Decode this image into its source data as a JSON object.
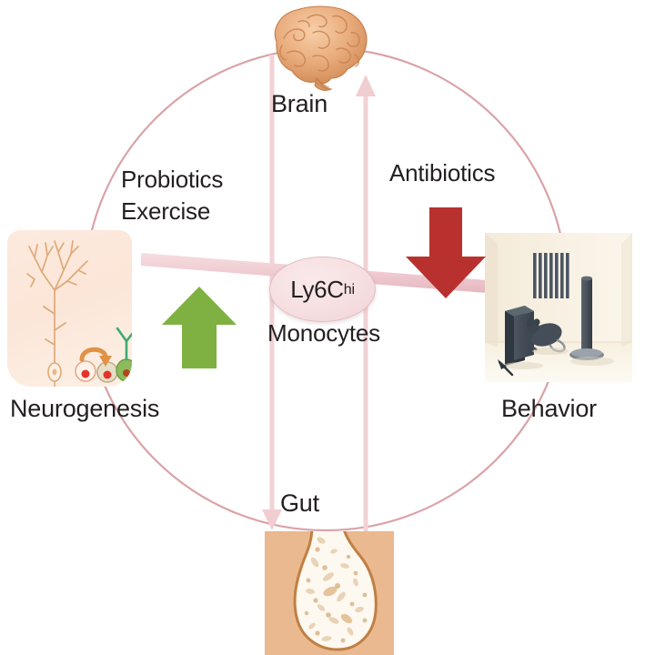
{
  "figure": {
    "title": "Gut-brain axis diagram",
    "background_color": "#ffffff"
  },
  "nodes": [
    {
      "id": "brain",
      "label": "Brain",
      "icon": "brain-illustration",
      "position": "top"
    },
    {
      "id": "gut",
      "label": "Gut",
      "icon": "stomach-illustration",
      "position": "bottom"
    },
    {
      "id": "neurogenesis",
      "label": "Neurogenesis",
      "icon": "neuron-illustration",
      "position": "left"
    },
    {
      "id": "behavior",
      "label": "Behavior",
      "icon": "mouse-behavior-chamber-illustration",
      "position": "right"
    }
  ],
  "annotations": {
    "left_interventions": [
      "Probiotics",
      "Exercise"
    ],
    "right_intervention": "Antibiotics",
    "center_label_primary": "Ly6C",
    "center_label_superscript": "hi",
    "center_label_secondary": "Monocytes"
  },
  "arrows": [
    {
      "id": "green-up-arrow",
      "direction": "up",
      "color": "#7fb142",
      "meaning": "increase"
    },
    {
      "id": "red-down-arrow",
      "direction": "down",
      "color": "#b8312f",
      "meaning": "decrease"
    },
    {
      "id": "gut-to-brain-arrow",
      "direction": "up",
      "color": "#f0cdd0"
    },
    {
      "id": "brain-to-gut-arrow",
      "direction": "down",
      "color": "#f0cdd0"
    }
  ],
  "colors": {
    "circle_stroke": "#d9a3a8",
    "beam": "#f0ccd2",
    "ellipse_fill": "#f6dfe1",
    "ellipse_stroke": "#e2bcc2",
    "green_arrow": "#7fb142",
    "red_arrow": "#b8312f",
    "brain": "#e2a071",
    "gut_panel": "#eab98f",
    "neuro_panel": "#fbe6d8",
    "behavior_panel": "#f7f0e2",
    "text": "#231f20"
  }
}
